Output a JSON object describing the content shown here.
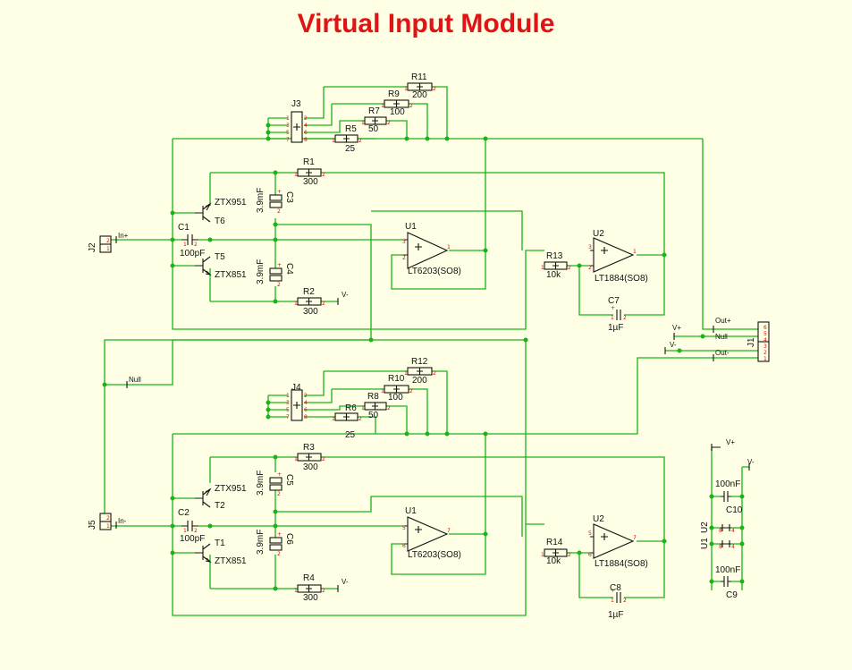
{
  "title": "Virtual Input Module",
  "components": {
    "r11": {
      "ref": "R11",
      "value": "200"
    },
    "r9": {
      "ref": "R9",
      "value": "100"
    },
    "r7": {
      "ref": "R7",
      "value": "50"
    },
    "r5": {
      "ref": "R5",
      "value": "25"
    },
    "r1": {
      "ref": "R1",
      "value": "300"
    },
    "r2": {
      "ref": "R2",
      "value": "300"
    },
    "r13": {
      "ref": "R13",
      "value": "10k"
    },
    "r12": {
      "ref": "R12",
      "value": "200"
    },
    "r10": {
      "ref": "R10",
      "value": "100"
    },
    "r8": {
      "ref": "R8",
      "value": "50"
    },
    "r6": {
      "ref": "R6",
      "value": "25"
    },
    "r3": {
      "ref": "R3",
      "value": "300"
    },
    "r4": {
      "ref": "R4",
      "value": "300"
    },
    "r14": {
      "ref": "R14",
      "value": "10k"
    },
    "j3": {
      "ref": "J3"
    },
    "j4": {
      "ref": "J4"
    },
    "j2": {
      "ref": "J2"
    },
    "j5": {
      "ref": "J5"
    },
    "j1": {
      "ref": "J1"
    },
    "c1": {
      "ref": "C1",
      "value": "100pF"
    },
    "c2": {
      "ref": "C2",
      "value": "100pF"
    },
    "c3": {
      "ref": "C3",
      "value": "3.9mF"
    },
    "c4": {
      "ref": "C4",
      "value": "3.9mF"
    },
    "c5": {
      "ref": "C5",
      "value": "3.9mF"
    },
    "c6": {
      "ref": "C6",
      "value": "3.9mF"
    },
    "c7": {
      "ref": "C7",
      "value": "1µF"
    },
    "c8": {
      "ref": "C8",
      "value": "1µF"
    },
    "c9": {
      "ref": "C9",
      "value": "100nF"
    },
    "c10": {
      "ref": "C10",
      "value": "100nF"
    },
    "t6": {
      "ref": "T6",
      "value": "ZTX951"
    },
    "t5": {
      "ref": "T5",
      "value": "ZTX851"
    },
    "t2": {
      "ref": "T2",
      "value": "ZTX951"
    },
    "t1": {
      "ref": "T1",
      "value": "ZTX851"
    },
    "u1a": {
      "ref": "U1",
      "value": "LT6203(SO8)"
    },
    "u2a": {
      "ref": "U2",
      "value": "LT1884(SO8)"
    },
    "u1b": {
      "ref": "U1",
      "value": "LT6203(SO8)"
    },
    "u2b": {
      "ref": "U2",
      "value": "LT1884(SO8)"
    },
    "u1c": {
      "ref": "U1"
    },
    "u2c": {
      "ref": "U2"
    }
  },
  "nets": {
    "in_plus": "In+",
    "in_minus": "In-",
    "null1": "Null",
    "null2": "Null",
    "out_plus": "Out+",
    "out_minus": "Out-",
    "vplus1": "V+",
    "vminus1": "V-",
    "vminus2": "V-",
    "vminus3": "V-",
    "vplus2": "V+",
    "vminus4": "V-"
  },
  "colors": {
    "wire": "#18B418",
    "title": "#E01414",
    "pin_number": "#D01010",
    "background": "#FFFFE6"
  }
}
